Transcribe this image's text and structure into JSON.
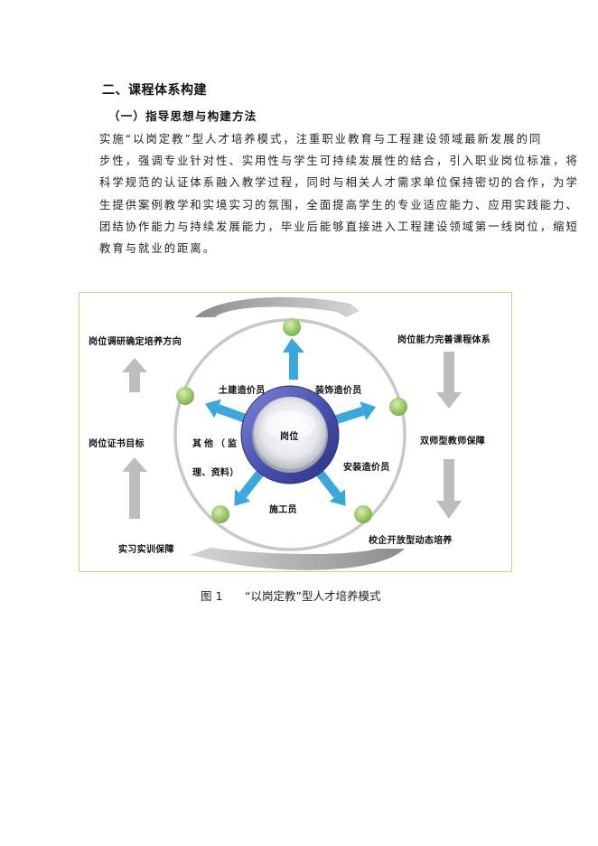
{
  "section": {
    "heading": "二、课程体系构建",
    "subheading": "（一）指导思想与构建方法",
    "paragraph_lines": [
      "实施“以岗定教”型人才培养模式，注重职业教育与工程建设领域最新发展的同",
      "步性，强调专业针对性、实用性与学生可持续发展性的结合，引入职业岗位标准，将",
      "科学规范的认证体系融入教学过程，同时与相关人才需求单位保持密切的合作，为学",
      "生提供案例教学和实境实习的氛围，全面提高学生的专业适应能力、应用实践能力、",
      "团结协作能力与持续发展能力，毕业后能够直接进入工程建设领域第一线岗位，缩短",
      "教育与就业的距离。"
    ]
  },
  "figure": {
    "center_label": "岗位",
    "roles": {
      "civil": "土建造价员",
      "decoration": "装饰造价员",
      "installation": "安装造价员",
      "construction": "施工员",
      "other_line1": "其他（监",
      "other_line2": "理、资料）"
    },
    "cycle": {
      "top_left": "岗位调研确定培养方向",
      "top_right": "岗位能力完善课程体系",
      "mid_right": "双师型教师保障",
      "bottom_right": "校企开放型动态培养",
      "bottom_left": "实习实训保障",
      "mid_left": "岗位证书目标"
    },
    "colors": {
      "frame_border": "#c9d27d",
      "arrow_blue": "#3ba8dc",
      "node_green": "#9fcb6b",
      "hub_ring": "#4b52b0",
      "gray_arrow": "#bdbdbd",
      "orbit": "#c8c8c8"
    }
  },
  "caption": {
    "number": "图 1",
    "title": "“以岗定教”型人才培养模式"
  }
}
